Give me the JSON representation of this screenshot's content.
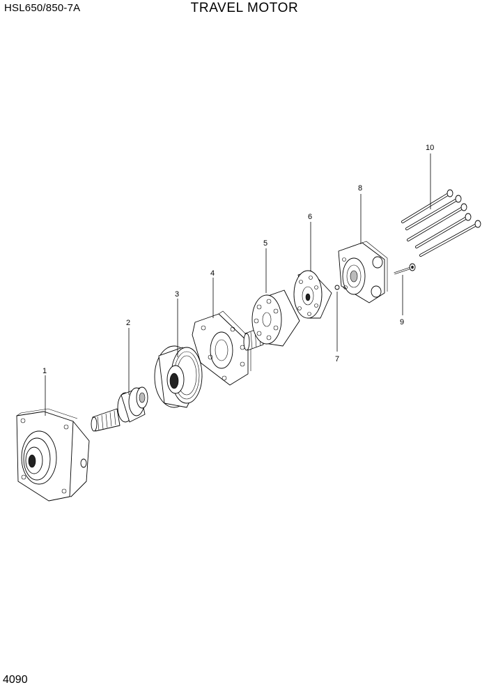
{
  "header": {
    "model_code": "HSL650/850-7A",
    "title": "TRAVEL MOTOR"
  },
  "footer": {
    "page_number": "4090"
  },
  "callouts": [
    {
      "id": "c1",
      "label": "1"
    },
    {
      "id": "c2",
      "label": "2"
    },
    {
      "id": "c3",
      "label": "3"
    },
    {
      "id": "c4",
      "label": "4"
    },
    {
      "id": "c5",
      "label": "5"
    },
    {
      "id": "c6",
      "label": "6"
    },
    {
      "id": "c7",
      "label": "7"
    },
    {
      "id": "c8",
      "label": "8"
    },
    {
      "id": "c9",
      "label": "9"
    },
    {
      "id": "c10",
      "label": "10"
    }
  ]
}
